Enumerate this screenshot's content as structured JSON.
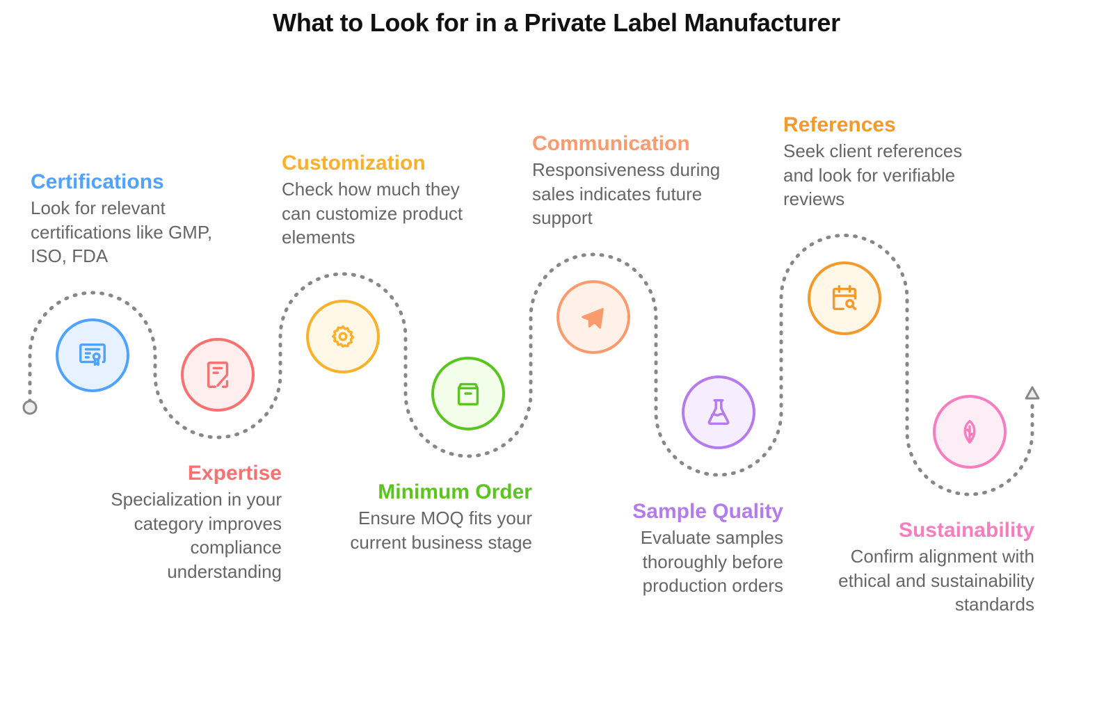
{
  "title": "What to Look for in a Private Label Manufacturer",
  "steps": [
    {
      "title": "Certifications",
      "desc_lines": [
        "Look for relevant",
        "certifications like GMP,",
        "ISO, FDA"
      ],
      "icon": "certificate-icon",
      "color": "#4fa3ff",
      "fill": "#e6f2ff"
    },
    {
      "title": "Expertise",
      "desc_lines": [
        "Specialization in your",
        "category improves",
        "compliance",
        "understanding"
      ],
      "icon": "edit-document-icon",
      "color": "#f87171",
      "fill": "#feeeee"
    },
    {
      "title": "Customization",
      "desc_lines": [
        "Check how much they",
        "can customize product",
        "elements"
      ],
      "icon": "gear-icon",
      "color": "#fbb02b",
      "fill": "#fff8e8"
    },
    {
      "title": "Minimum Order",
      "desc_lines": [
        "Ensure MOQ fits your",
        "current business stage"
      ],
      "icon": "archive-box-icon",
      "color": "#5ac51f",
      "fill": "#f2fdea"
    },
    {
      "title": "Communication",
      "desc_lines": [
        "Responsiveness during",
        "sales indicates future",
        "support"
      ],
      "icon": "send-icon",
      "color": "#fb9a6c",
      "fill": "#fff0e8"
    },
    {
      "title": "Sample Quality",
      "desc_lines": [
        "Evaluate samples",
        "thoroughly before",
        "production orders"
      ],
      "icon": "flask-icon",
      "color": "#b57bec",
      "fill": "#f6eefe"
    },
    {
      "title": "References",
      "desc_lines": [
        "Seek client references",
        "and look for verifiable",
        "reviews"
      ],
      "icon": "calendar-search-icon",
      "color": "#f5992b",
      "fill": "#fff7e8"
    },
    {
      "title": "Sustainability",
      "desc_lines": [
        "Confirm alignment with",
        "ethical and sustainability",
        "standards"
      ],
      "icon": "leaf-icon",
      "color": "#f87dbf",
      "fill": "#fdeef6"
    }
  ]
}
